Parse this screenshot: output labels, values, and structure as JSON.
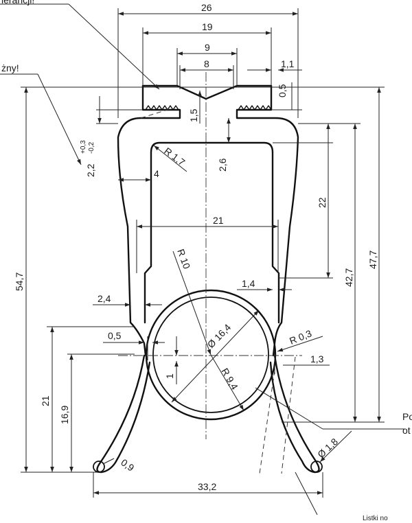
{
  "notes": {
    "top_left": "lerancji!",
    "left": "żny!",
    "right_top": "Po",
    "right_bottom": "ot",
    "bottom_right": "Listki no"
  },
  "dims": {
    "width_26": "26",
    "width_19": "19",
    "width_9": "9",
    "width_8": "8",
    "dim_1_1": "1,1",
    "dim_0_5_top": "0,5",
    "dim_1_5": "1,5",
    "dim_2_6": "2,6",
    "tol_upper": "+0,3",
    "tol_lower": "-0,2",
    "dim_2_2": "2,2",
    "radius_1_7": "R 1,7",
    "dim_4": "4",
    "dim_22": "22",
    "dim_42_7": "42,7",
    "dim_47_7": "47,7",
    "dim_54_7": "54,7",
    "width_21": "21",
    "radius_10": "R 10",
    "dim_1_4": "1,4",
    "dim_2_4": "2,4",
    "diam_16_4": "Ø 16,4",
    "radius_0_3": "R 0,3",
    "dim_0_5_mid": "0,5",
    "dim_1_3": "1,3",
    "dim_1": "1",
    "radius_9_4": "R 9,4",
    "height_21": "21",
    "height_16_9": "16,9",
    "diam_1_8": "Ø 1,8",
    "dim_0_9": "0,9",
    "width_33_2": "33,2"
  }
}
